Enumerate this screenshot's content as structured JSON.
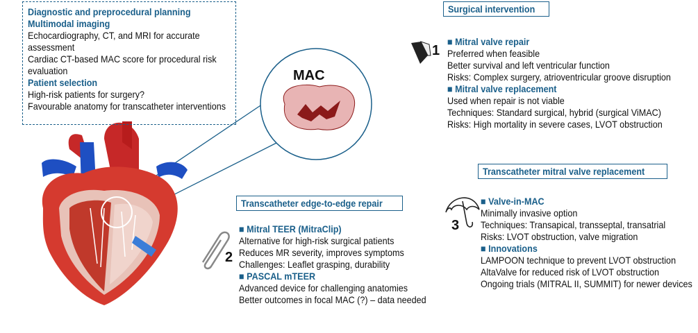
{
  "planning": {
    "title": "Diagnostic and preprocedural planning",
    "imaging_heading": "Multimodal imaging",
    "imaging_lines": [
      "Echocardiography, CT, and MRI for accurate assessment",
      "Cardiac CT-based MAC score for procedural risk evaluation"
    ],
    "selection_heading": "Patient selection",
    "selection_lines": [
      "High-risk patients for surgery?",
      "Favourable anatomy for transcatheter interventions"
    ]
  },
  "mac_label": "MAC",
  "surgical": {
    "title": "Surgical intervention",
    "number": "1",
    "repair_heading": "Mitral valve repair",
    "repair_lines": [
      "Preferred when feasible",
      "Better survival and left ventricular function",
      "Risks: Complex surgery, atrioventricular groove disruption"
    ],
    "replacement_heading": "Mitral valve replacement",
    "replacement_lines": [
      "Used when repair is not viable",
      "Techniques: Standard surgical, hybrid (surgical ViMAC)",
      "Risks: High mortality in severe cases, LVOT obstruction"
    ]
  },
  "teer": {
    "title": "Transcatheter edge-to-edge repair",
    "number": "2",
    "mitral_heading": "Mitral TEER (MitraClip)",
    "mitral_lines": [
      "Alternative for high-risk surgical patients",
      "Reduces MR severity, improves symptoms",
      "Challenges: Leaflet grasping, durability"
    ],
    "pascal_heading": "PASCAL mTEER",
    "pascal_lines": [
      "Advanced device for challenging anatomies",
      "Better outcomes in focal MAC (?) – data needed"
    ]
  },
  "tmvr": {
    "title": "Transcatheter mitral valve replacement",
    "number": "3",
    "vim_heading": "Valve-in-MAC",
    "vim_lines": [
      "Minimally invasive option",
      "Techniques: Transapical, transseptal, transatrial",
      "Risks: LVOT obstruction, valve migration"
    ],
    "innov_heading": "Innovations",
    "innov_lines": [
      "LAMPOON technique to prevent LVOT obstruction",
      "AltaValve for reduced risk of LVOT obstruction",
      "Ongoing trials (MITRAL II, SUMMIT) for newer devices"
    ]
  },
  "bullet_char": "■"
}
